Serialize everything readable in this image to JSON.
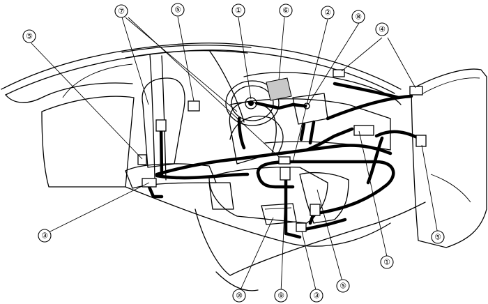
{
  "callouts": [
    {
      "id": "c1a",
      "label": "①"
    },
    {
      "id": "c1b",
      "label": "①"
    },
    {
      "id": "c2",
      "label": "②"
    },
    {
      "id": "c3a",
      "label": "③"
    },
    {
      "id": "c3b",
      "label": "③"
    },
    {
      "id": "c4",
      "label": "④"
    },
    {
      "id": "c5a",
      "label": "⑤"
    },
    {
      "id": "c5b",
      "label": "⑤"
    },
    {
      "id": "c5c",
      "label": "⑤"
    },
    {
      "id": "c5d",
      "label": "⑤"
    },
    {
      "id": "c6",
      "label": "⑥"
    },
    {
      "id": "c7",
      "label": "⑦"
    },
    {
      "id": "c8",
      "label": "⑧"
    },
    {
      "id": "c9",
      "label": "⑨"
    },
    {
      "id": "c10",
      "label": "⑩"
    }
  ]
}
